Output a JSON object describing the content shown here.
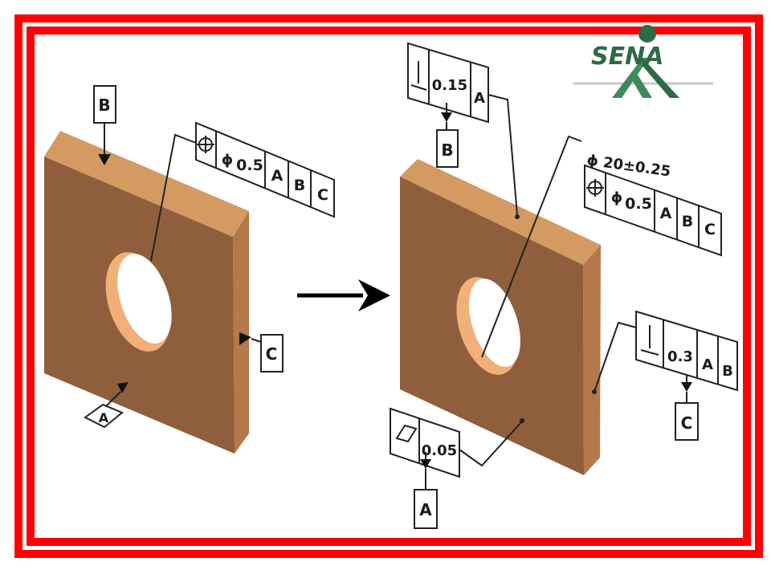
{
  "colors": {
    "frame": "#ff0000",
    "face": "#8f5e3c",
    "top": "#d49a62",
    "side": "#b5784a",
    "bore": "#f1b07a",
    "ink": "#222222",
    "logo": "#2e6a43"
  },
  "logo": {
    "text": "SENA",
    "icon": "sena-logo-icon"
  },
  "left_part": {
    "datum_b": "B",
    "datum_c": "C",
    "datum_a": "A",
    "position_fcf": {
      "symbol": "position-icon",
      "diameter": "ϕ",
      "tolerance": "0.5",
      "d1": "A",
      "d2": "B",
      "d3": "C"
    }
  },
  "arrow": {
    "icon": "arrow-right-icon"
  },
  "right_part": {
    "perp_top": {
      "symbol": "perpendicularity-icon",
      "tolerance": "0.15",
      "d1": "A"
    },
    "datum_b": "B",
    "hole_dim": "ϕ 20±0.25",
    "position_fcf": {
      "symbol": "position-icon",
      "diameter": "ϕ",
      "tolerance": "0.5",
      "d1": "A",
      "d2": "B",
      "d3": "C"
    },
    "perp_side": {
      "symbol": "perpendicularity-icon",
      "tolerance": "0.3",
      "d1": "A",
      "d2": "B"
    },
    "datum_c": "C",
    "flat_fcf": {
      "symbol": "flatness-icon",
      "tolerance": "0.05"
    },
    "datum_a": "A"
  }
}
